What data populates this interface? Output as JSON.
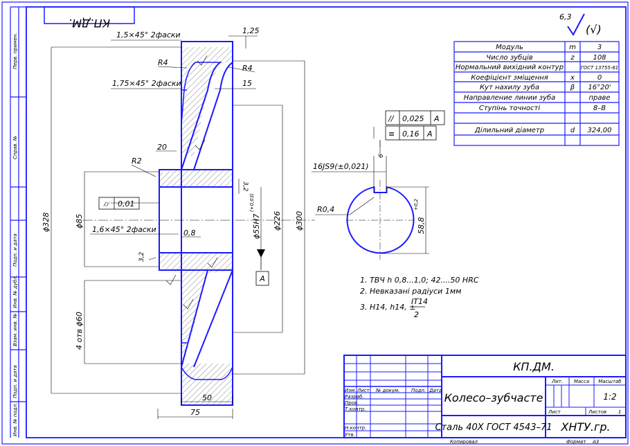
{
  "sheet": {
    "top_stamp": "КП.ДМ.",
    "side_labels": [
      "Перв. примен.",
      "Справ. №",
      "Подп. и дата",
      "Инв. № дубл.",
      "Взам. инв. №",
      "Подп. и дата",
      "Инв. № подл."
    ],
    "copied": "Копировал",
    "format": "Формат",
    "format_value": "A3"
  },
  "roughness": {
    "value": "6,3",
    "rest": "(√)"
  },
  "params_table": {
    "rows": [
      {
        "name": "Модуль",
        "symbol": "m",
        "value": "3"
      },
      {
        "name": "Число зубців",
        "symbol": "z",
        "value": "108"
      },
      {
        "name": "Нормальний вихідний контур",
        "symbol": "",
        "value": "ГОСТ 13755-81"
      },
      {
        "name": "Коефіцієнт зміщення",
        "symbol": "x",
        "value": "0"
      },
      {
        "name": "Кут нахилу зуба",
        "symbol": "β",
        "value": "16°20'"
      },
      {
        "name": "Направление линии зуба",
        "symbol": "",
        "value": "праве"
      },
      {
        "name": "Ступінь точності",
        "symbol": "",
        "value": "8–В"
      },
      {
        "name": "",
        "symbol": "",
        "value": ""
      },
      {
        "name": "Ділильний діаметр",
        "symbol": "d",
        "value": "324,00"
      },
      {
        "name": "",
        "symbol": "",
        "value": ""
      }
    ]
  },
  "tolerances": {
    "parallel_value": "0,025",
    "parallel_datum": "A",
    "symmetry_value": "0,16",
    "symmetry_datum": "A",
    "runout_value": "0,01",
    "datum_label": "A"
  },
  "dimensions": {
    "chamfer_top": "1,5×45° 2фаски",
    "chamfer_mid": "1,75×45° 2фаски",
    "chamfer_hub": "1,6×45° 2фаски",
    "dim_125": "1,25",
    "r4_left": "R4",
    "r4_right": "R4",
    "dim_15": "15",
    "dim_20": "20",
    "r2": "R2",
    "dim_32_top": "3,2",
    "dim_32_bottom": "3,2",
    "dim_08": "0,8",
    "d328": "ϕ328",
    "d85": "ϕ85",
    "d55": "ϕ55H7",
    "d55_tol": "(+0,03)",
    "d226": "ϕ226",
    "d300": "ϕ300",
    "holes": "4 отв ϕ60",
    "dim_50": "50",
    "dim_75": "75",
    "key_width": "16JS9(±0,021)",
    "key_r": "R0,4",
    "key_depth": "58,8",
    "key_depth_tol": "+0,2",
    "key_6": "6"
  },
  "notes": [
    "1. ТВЧ  h 0,8...1,0; 42....50 HRC",
    "2. Невказані радіуси 1мм",
    "3. Н14, h14, ±"
  ],
  "note_fraction": {
    "top": "IT14",
    "bottom": "2"
  },
  "title_block": {
    "doc_code": "КП.ДМ.",
    "part_name": "Колесо–зубчасте",
    "material": "Сталь 40Х ГОСТ 4543–71",
    "org": "ХНТУ.гр.",
    "col_lit": "Лит.",
    "col_mass": "Масса",
    "col_scale": "Масштаб",
    "scale": "1:2",
    "sheet": "Лист",
    "sheets": "Листов",
    "sheets_value": "1",
    "header_cols": [
      "Изм.",
      "Лист",
      "№ докум.",
      "Подп.",
      "Дата"
    ],
    "roles": [
      "Разраб.",
      "Пров.",
      "Т.контр.",
      "",
      "Н.контр.",
      "Утв."
    ]
  }
}
